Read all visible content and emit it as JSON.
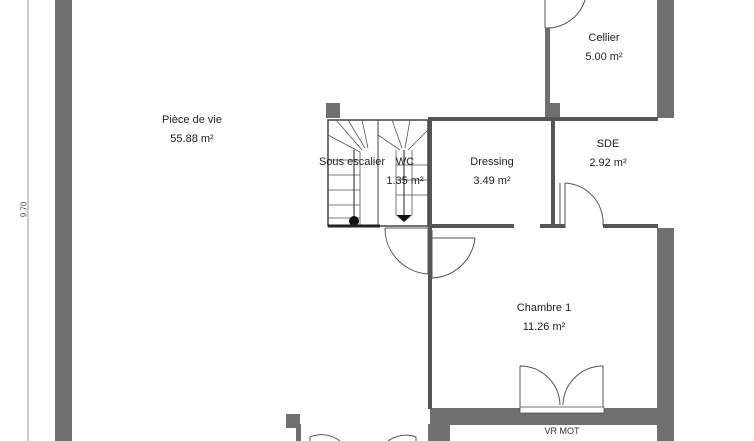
{
  "plan": {
    "dimension_label": "9.70",
    "rooms": [
      {
        "name": "Pièce de vie",
        "area": "55.88 m²"
      },
      {
        "name": "Cellier",
        "area": "5.00 m²"
      },
      {
        "name": "Sous escalier",
        "area": ""
      },
      {
        "name": "WC",
        "area": "1.35 m²"
      },
      {
        "name": "Dressing",
        "area": "3.49 m²"
      },
      {
        "name": "SDE",
        "area": "2.92 m²"
      },
      {
        "name": "Chambre 1",
        "area": "11.26 m²"
      }
    ],
    "window_label": "VR MOT"
  },
  "colors": {
    "wall": "#6f6f6f",
    "line": "#444444"
  }
}
